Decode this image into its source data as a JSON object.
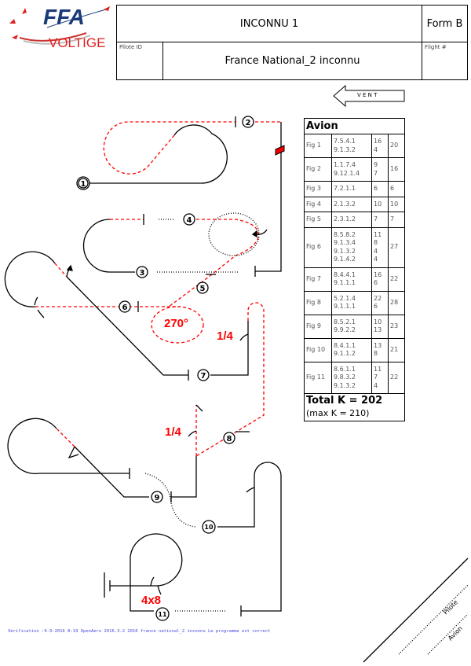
{
  "logo": {
    "text_top": "FFA",
    "text_bottom": "VOLTIGE"
  },
  "header": {
    "title": "INCONNU 1",
    "form": "Form B",
    "pilot_id_label": "Pilote ID",
    "sequence": "France National_2 inconnu",
    "flight_label": "Flight #"
  },
  "wind": {
    "label": "V E N T"
  },
  "table": {
    "title": "Avion",
    "rows": [
      {
        "fig": "Fig 1",
        "cat": "7.5.4.1\n9.1.3.2",
        "k": "16\n4",
        "total": "20"
      },
      {
        "fig": "Fig 2",
        "cat": "1.1.7.4\n9.12.1.4",
        "k": "9\n7",
        "total": "16"
      },
      {
        "fig": "Fig 3",
        "cat": "7.2.1.1",
        "k": "6",
        "total": "6"
      },
      {
        "fig": "Fig 4",
        "cat": "2.1.3.2",
        "k": "10",
        "total": "10"
      },
      {
        "fig": "Fig 5",
        "cat": "2.3.1.2",
        "k": "7",
        "total": "7"
      },
      {
        "fig": "Fig 6",
        "cat": "8.5.8.2\n9.1.3.4\n9.1.3.2\n9.1.4.2",
        "k": "11\n8\n4\n4",
        "total": "27"
      },
      {
        "fig": "Fig 7",
        "cat": "8.4.4.1\n9.1.1.1",
        "k": "16\n6",
        "total": "22"
      },
      {
        "fig": "Fig 8",
        "cat": "5.2.1.4\n9.1.1.1",
        "k": "22\n6",
        "total": "28"
      },
      {
        "fig": "Fig 9",
        "cat": "8.5.2.1\n9.9.2.2",
        "k": "10\n13",
        "total": "23"
      },
      {
        "fig": "Fig 10",
        "cat": "8.4.1.1\n9.1.1.2",
        "k": "13\n8",
        "total": "21"
      },
      {
        "fig": "Fig 11",
        "cat": "8.6.1.1\n9.8.3.2\n9.1.3.2",
        "k": "11\n7\n4",
        "total": "22"
      }
    ],
    "total": "Total K = 202",
    "max": "(max K = 210)"
  },
  "diagram": {
    "figure_numbers": [
      "1",
      "2",
      "3",
      "4",
      "5",
      "6",
      "7",
      "8",
      "9",
      "10",
      "11"
    ],
    "labels": {
      "turn": "270°",
      "roll_a": "1/4",
      "roll_b": "1/4",
      "roll_c": "4x8"
    }
  },
  "signatures": {
    "pilot": "Pilote",
    "plane": "Avion"
  },
  "verification": "Vérification :9-9-2016 8:19 OpenAero 2016.3.2 2016 france national_2 inconnu Le programme est correct",
  "colors": {
    "accent": "#ff0000",
    "logo_blue": "#1a3a7a",
    "verification": "#4a4ae0"
  }
}
